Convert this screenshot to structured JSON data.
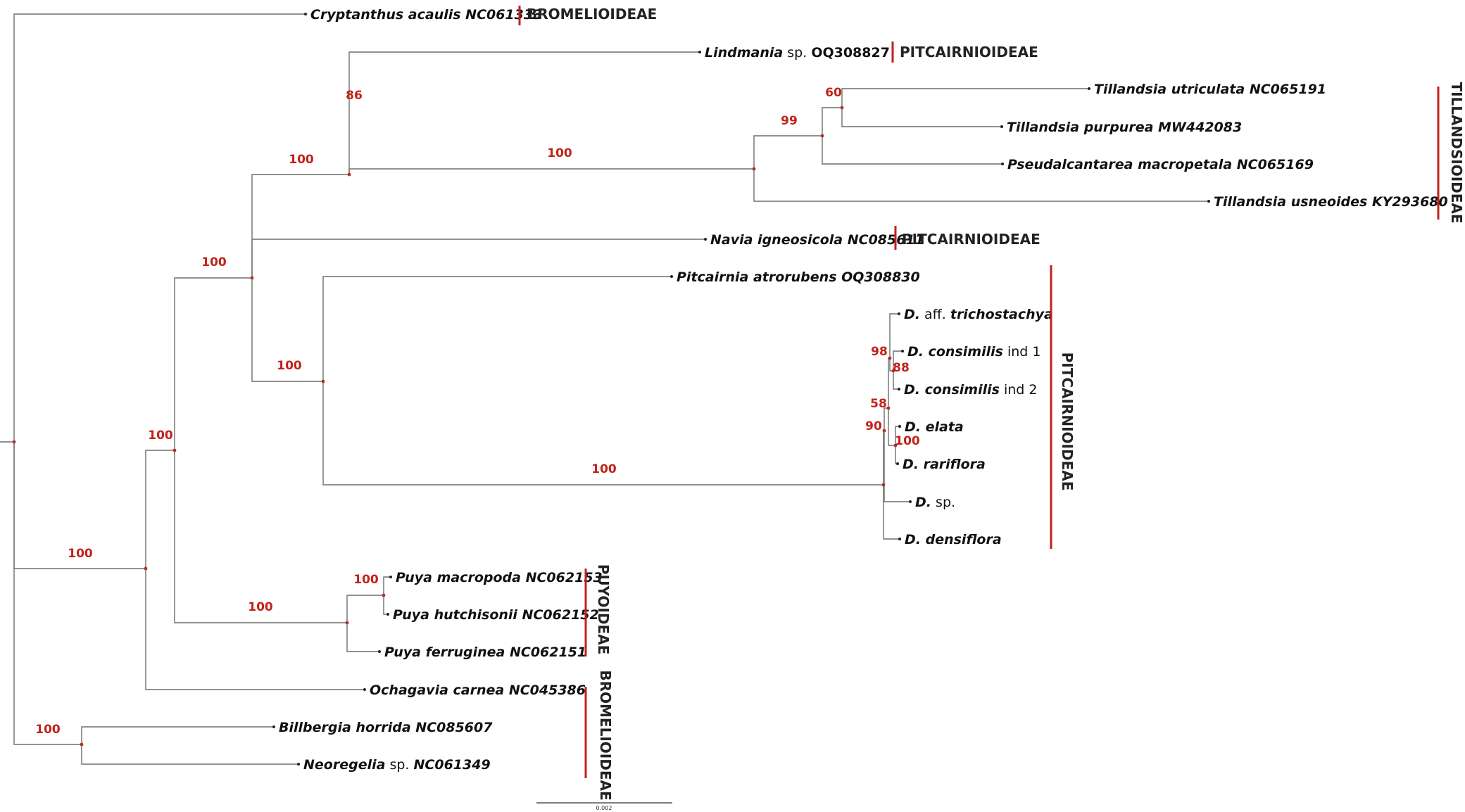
{
  "tips": [
    {
      "id": "t_crypt",
      "parts": [
        {
          "t": "Cryptanthus acaulis NC061333",
          "b": true,
          "i": true
        }
      ]
    },
    {
      "id": "t_lind",
      "parts": [
        {
          "t": "Lindmania",
          "b": true,
          "i": true
        },
        {
          "t": " sp. "
        },
        {
          "t": "OQ308827",
          "b": true
        }
      ]
    },
    {
      "id": "t_tutr",
      "parts": [
        {
          "t": "Tillandsia utriculata NC065191",
          "b": true,
          "i": true
        }
      ]
    },
    {
      "id": "t_tpur",
      "parts": [
        {
          "t": "Tillandsia purpurea MW442083",
          "b": true,
          "i": true
        }
      ]
    },
    {
      "id": "t_pseu",
      "parts": [
        {
          "t": "Pseudalcantarea macropetala NC065169",
          "b": true,
          "i": true
        }
      ]
    },
    {
      "id": "t_tusn",
      "parts": [
        {
          "t": "Tillandsia usneoides KY293680",
          "b": true,
          "i": true
        }
      ]
    },
    {
      "id": "t_navia",
      "parts": [
        {
          "t": "Navia igneosicola NC085611",
          "b": true,
          "i": true
        }
      ]
    },
    {
      "id": "t_pitc",
      "parts": [
        {
          "t": "Pitcairnia atrorubens OQ308830",
          "b": true,
          "i": true
        }
      ]
    },
    {
      "id": "t_dtri",
      "parts": [
        {
          "t": "D.",
          "b": true,
          "i": true
        },
        {
          "t": " aff. "
        },
        {
          "t": "trichostachya",
          "b": true,
          "i": true
        }
      ]
    },
    {
      "id": "t_dcon1",
      "parts": [
        {
          "t": "D. consimilis",
          "b": true,
          "i": true
        },
        {
          "t": " ind 1"
        }
      ]
    },
    {
      "id": "t_dcon2",
      "parts": [
        {
          "t": "D. consimilis",
          "b": true,
          "i": true
        },
        {
          "t": " ind 2"
        }
      ]
    },
    {
      "id": "t_delata",
      "parts": [
        {
          "t": "D. elata",
          "b": true,
          "i": true
        }
      ]
    },
    {
      "id": "t_drar",
      "parts": [
        {
          "t": "D. rariflora",
          "b": true,
          "i": true
        }
      ]
    },
    {
      "id": "t_dsp",
      "parts": [
        {
          "t": "D.",
          "b": true,
          "i": true
        },
        {
          "t": " sp."
        }
      ]
    },
    {
      "id": "t_dden",
      "parts": [
        {
          "t": "D. densiflora",
          "b": true,
          "i": true
        }
      ]
    },
    {
      "id": "t_pmac",
      "parts": [
        {
          "t": "Puya macropoda NC062153",
          "b": true,
          "i": true
        }
      ]
    },
    {
      "id": "t_phut",
      "parts": [
        {
          "t": "Puya hutchisonii NC062152",
          "b": true,
          "i": true
        }
      ]
    },
    {
      "id": "t_pfer",
      "parts": [
        {
          "t": "Puya ferruginea NC062151",
          "b": true,
          "i": true
        }
      ]
    },
    {
      "id": "t_ocha",
      "parts": [
        {
          "t": "Ochagavia carnea NC045386",
          "b": true,
          "i": true
        }
      ]
    },
    {
      "id": "t_bill",
      "parts": [
        {
          "t": "Billbergia horrida NC085607",
          "b": true,
          "i": true
        }
      ]
    },
    {
      "id": "t_neor",
      "parts": [
        {
          "t": "Neoregelia",
          "b": true,
          "i": true
        },
        {
          "t": " sp. "
        },
        {
          "t": "NC061349",
          "b": true,
          "i": true
        }
      ]
    }
  ],
  "supports": [
    {
      "id": "s_n86",
      "value": "86"
    },
    {
      "id": "s_n60",
      "value": "60"
    },
    {
      "id": "s_n99",
      "value": "99"
    },
    {
      "id": "s_tillstem",
      "value": "100"
    },
    {
      "id": "s_upper",
      "value": "100"
    },
    {
      "id": "s_big",
      "value": "100"
    },
    {
      "id": "s_pitc",
      "value": "100"
    },
    {
      "id": "s_nobrom",
      "value": "100"
    },
    {
      "id": "s_dstem",
      "value": "100"
    },
    {
      "id": "s_d98",
      "value": "98"
    },
    {
      "id": "s_d88",
      "value": "88"
    },
    {
      "id": "s_d58",
      "value": "58"
    },
    {
      "id": "s_d90",
      "value": "90"
    },
    {
      "id": "s_d100",
      "value": "100"
    },
    {
      "id": "s_puya2",
      "value": "100"
    },
    {
      "id": "s_puya",
      "value": "100"
    },
    {
      "id": "s_main",
      "value": "100"
    },
    {
      "id": "s_brom",
      "value": "100"
    }
  ],
  "groups": [
    {
      "id": "g_brom1",
      "label": "BROMELIOIDEAE"
    },
    {
      "id": "g_pitc1",
      "label": "PITCAIRNIOIDEAE"
    },
    {
      "id": "g_till",
      "label": "TILLANDSIOIDEAE"
    },
    {
      "id": "g_pitc2",
      "label": "PITCAIRNIOIDEAE"
    },
    {
      "id": "g_pitc3",
      "label": "PITCAIRNIOIDEAE"
    },
    {
      "id": "g_puya",
      "label": "PUYOIDEAE"
    },
    {
      "id": "g_brom2",
      "label": "BROMELIOIDEAE"
    }
  ],
  "scale_bar": {
    "label": "0.002"
  },
  "colors": {
    "support": "#c0221a",
    "group_bar": "#c0221a",
    "branch": "#6e6e6e"
  }
}
